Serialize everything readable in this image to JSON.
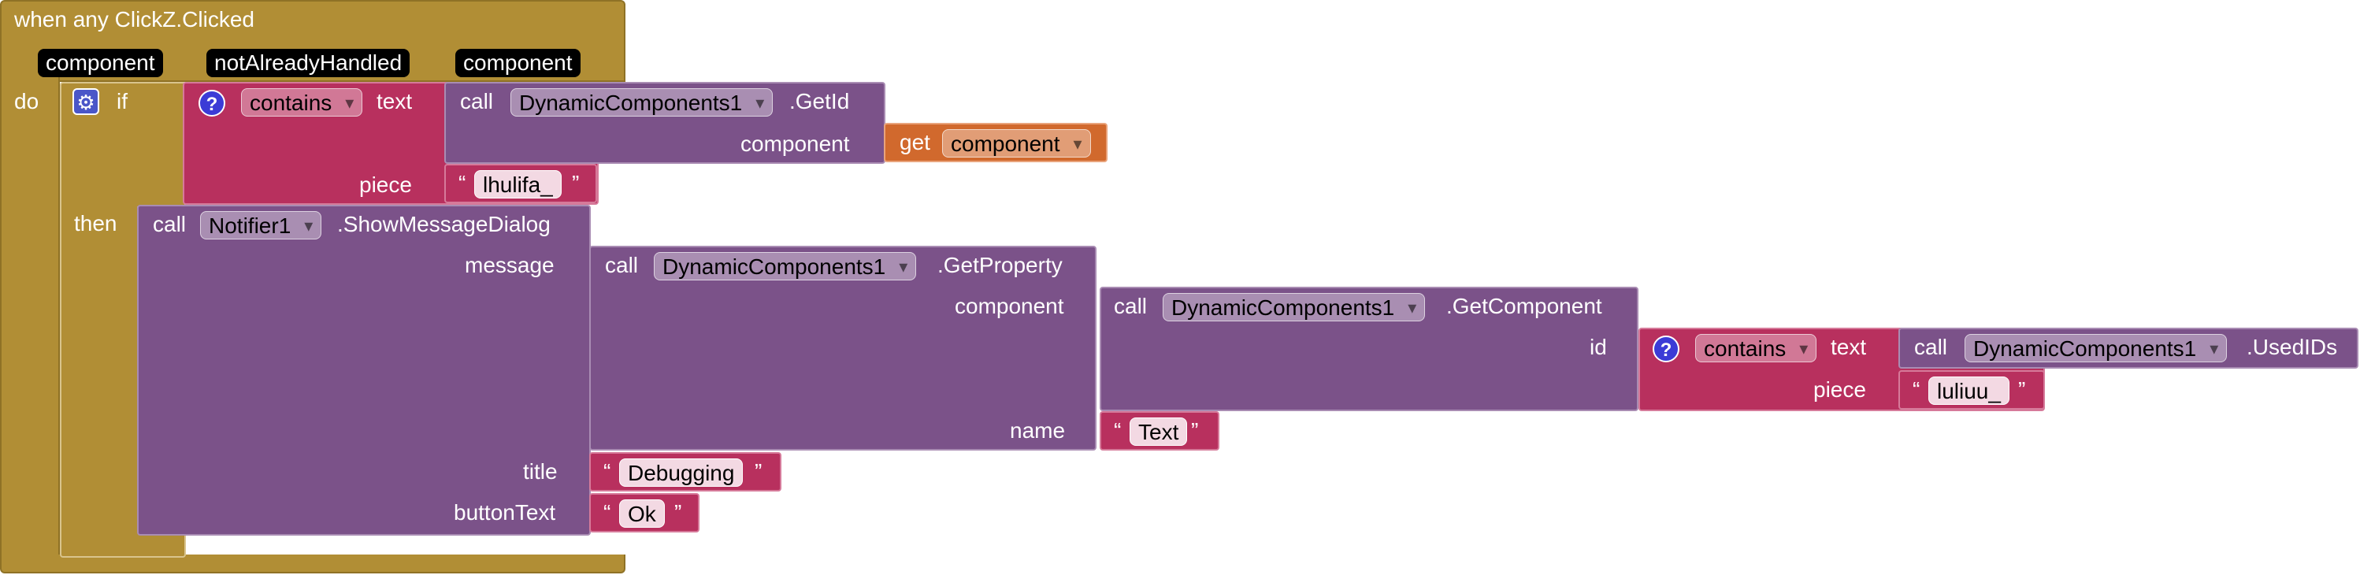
{
  "event": {
    "title": "when any ClickZ.Clicked",
    "params": [
      "component",
      "notAlreadyHandled",
      "component"
    ],
    "do_label": "do"
  },
  "if_block": {
    "if_label": "if",
    "then_label": "then"
  },
  "contains1": {
    "op": "contains",
    "text_label": "text",
    "piece_label": "piece",
    "piece_value": "lhulifa_"
  },
  "getid": {
    "call": "call",
    "component_dropdown": "DynamicComponents1",
    "method": ".GetId",
    "component_label": "component"
  },
  "get_var": {
    "get": "get",
    "name": "component"
  },
  "notifier": {
    "call": "call",
    "component_dropdown": "Notifier1",
    "method": ".ShowMessageDialog",
    "message_label": "message",
    "title_label": "title",
    "title_value": "Debugging",
    "button_label": "buttonText",
    "button_value": "Ok"
  },
  "getprop": {
    "call": "call",
    "component_dropdown": "DynamicComponents1",
    "method": ".GetProperty",
    "component_label": "component",
    "name_label": "name",
    "name_value": "Text"
  },
  "getcomp": {
    "call": "call",
    "component_dropdown": "DynamicComponents1",
    "method": ".GetComponent",
    "id_label": "id"
  },
  "contains2": {
    "op": "contains",
    "text_label": "text",
    "piece_label": "piece",
    "piece_value": "luliuu_"
  },
  "usedids": {
    "call": "call",
    "component_dropdown": "DynamicComponents1",
    "method": ".UsedIDs"
  },
  "quote_open": "“",
  "quote_close": "”",
  "colors": {
    "event": "#b18e35",
    "logic": "#b8305e",
    "component": "#7b5289",
    "variable": "#d1692d"
  }
}
